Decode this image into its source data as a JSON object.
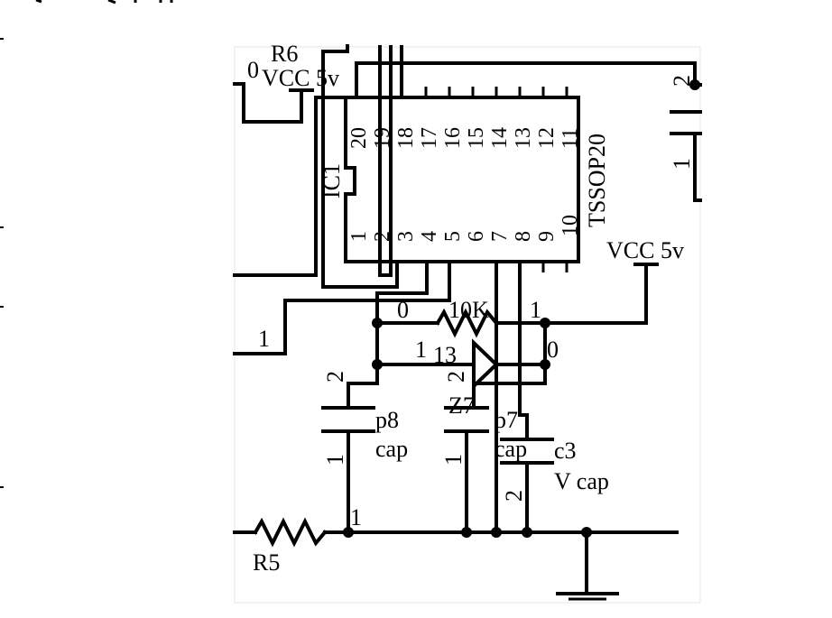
{
  "colors": {
    "ink": "#000000",
    "paper": "#ffffff",
    "page": "#ffffff"
  },
  "ic": {
    "ref": "IC1",
    "package": "TSSOP20",
    "top_pins": [
      "20",
      "19",
      "18",
      "17",
      "16",
      "15",
      "14",
      "13",
      "12",
      "11"
    ],
    "bottom_pins": [
      "1",
      "2",
      "3",
      "4",
      "5",
      "6",
      "7",
      "8",
      "9",
      "10"
    ]
  },
  "labels": {
    "r6": "R6",
    "r6_pin": "0",
    "vcc_top": "VCC 5v",
    "vcc_right": "VCC 5v",
    "conn_pin2": "2",
    "conn_pin1": "1",
    "left_pin1": "1",
    "r10k": "10K",
    "r10k_pin0": "0",
    "r10k_pin1": "1",
    "z7_pin1": "1",
    "z7_num": "13",
    "z7_pin0": "0",
    "z7_pin2": "2",
    "z7_name": "Z7",
    "p8_pin2": "2",
    "p8_pin1": "1",
    "p8_name": "p8",
    "p8_value": "cap",
    "p7_name": "p7",
    "p7_value": "cap",
    "p7_pin1": "1",
    "c3_name": "c3",
    "c3_value": "V cap",
    "c3_pin2": "2",
    "r5_name": "R5",
    "r5_pin1": "1"
  }
}
